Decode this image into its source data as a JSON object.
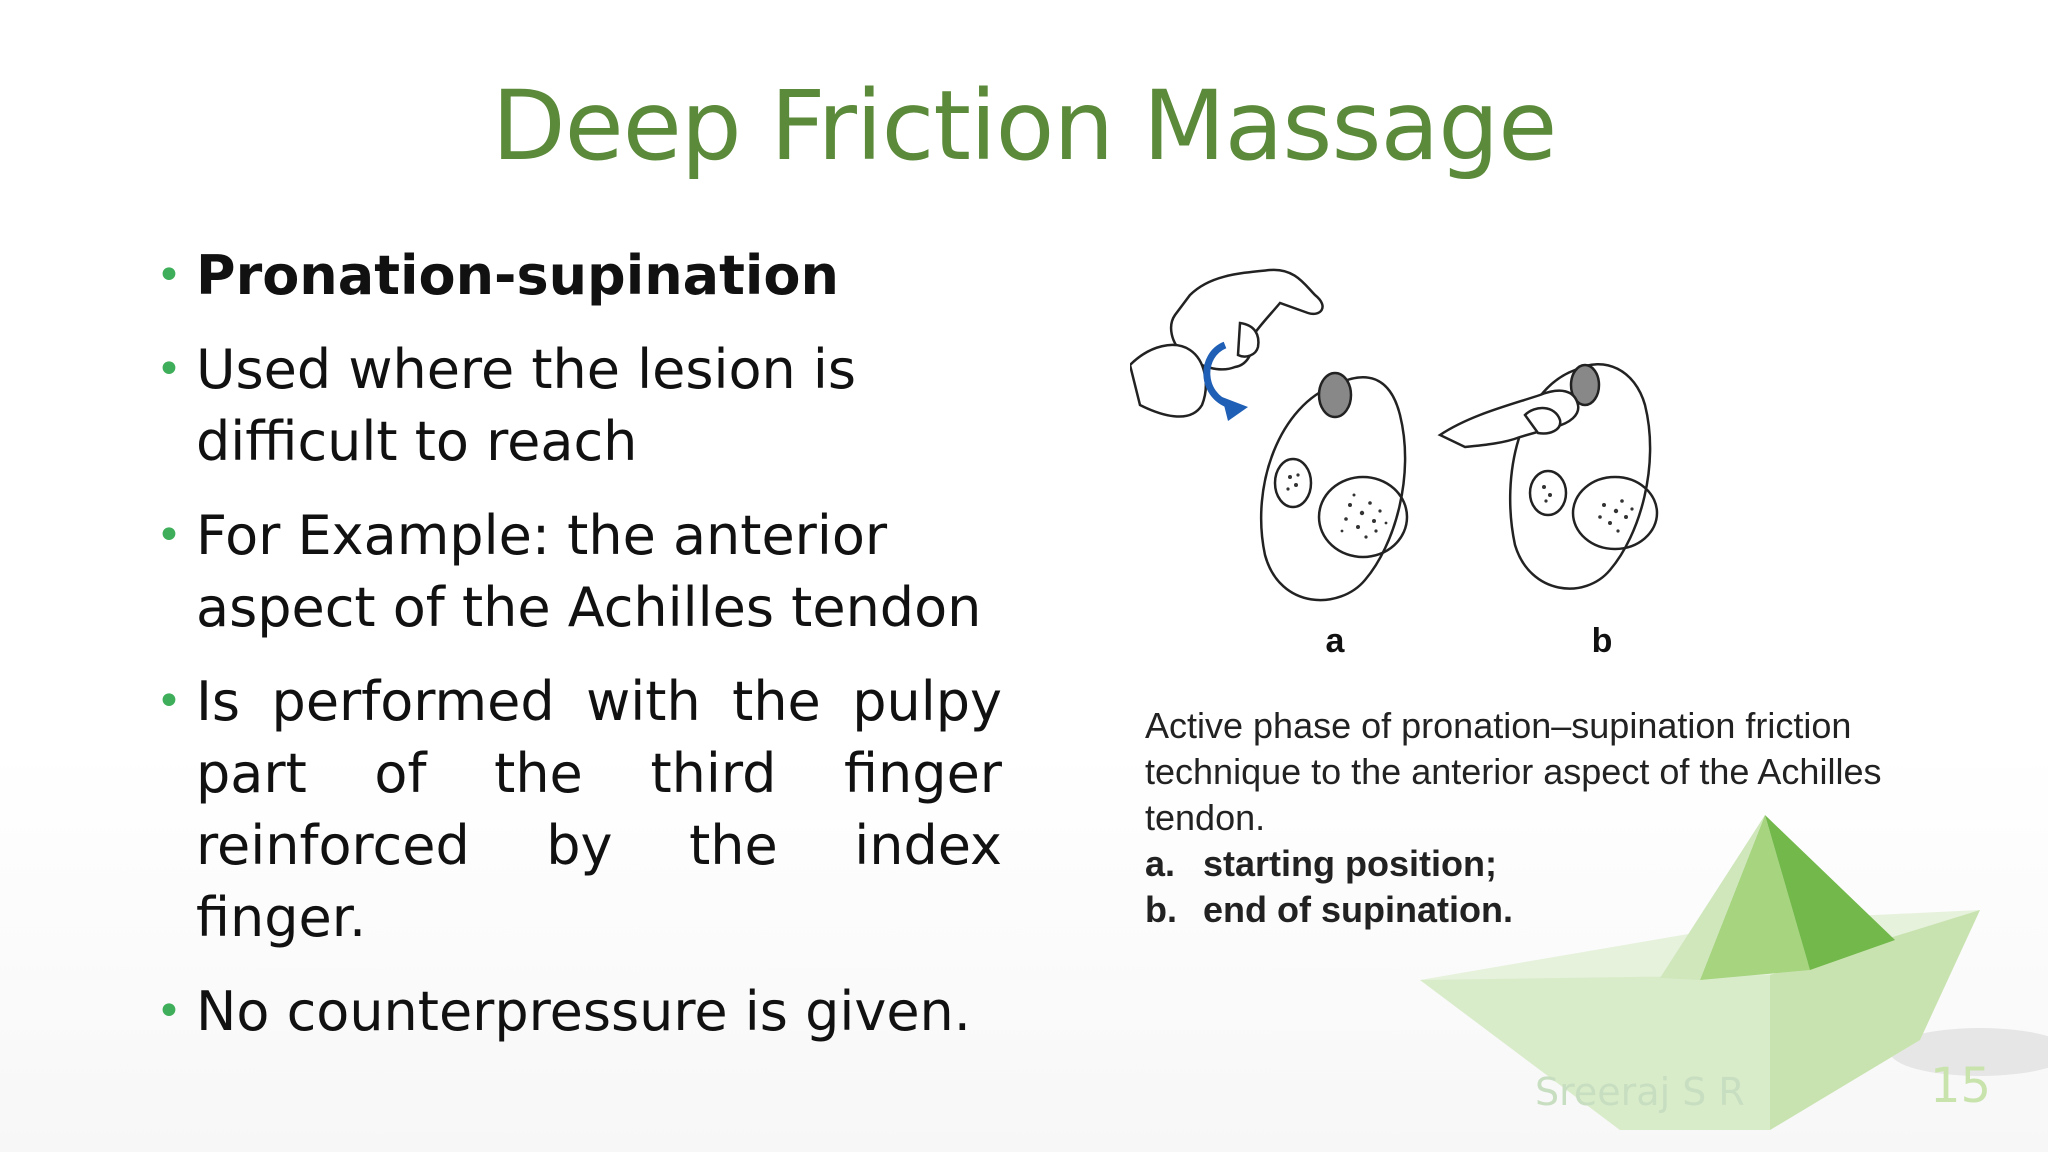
{
  "slide": {
    "title": "Deep Friction Massage",
    "bullets": [
      {
        "text": "Pronation-supination",
        "bold": true
      },
      {
        "text": "Used where the lesion is difficult to reach"
      },
      {
        "text": "For Example: the anterior aspect of the Achilles tendon"
      },
      {
        "text": "Is performed with the pulpy part of the third finger reinforced by the index finger."
      },
      {
        "text": "No counterpressure is given."
      }
    ],
    "figure": {
      "label_a": "a",
      "label_b": "b"
    },
    "caption": {
      "text": "Active phase of pronation–supination friction technique to the anterior aspect of the Achilles tendon.",
      "items": [
        {
          "key": "a.",
          "text": "starting position;"
        },
        {
          "key": "b.",
          "text": "end of supination."
        }
      ]
    },
    "footer": {
      "author": "Sreeraj S R",
      "page_number": "15"
    },
    "colors": {
      "title": "#5b8a3a",
      "bullet": "#3fae5a",
      "arrow": "#1f5fb5"
    }
  }
}
